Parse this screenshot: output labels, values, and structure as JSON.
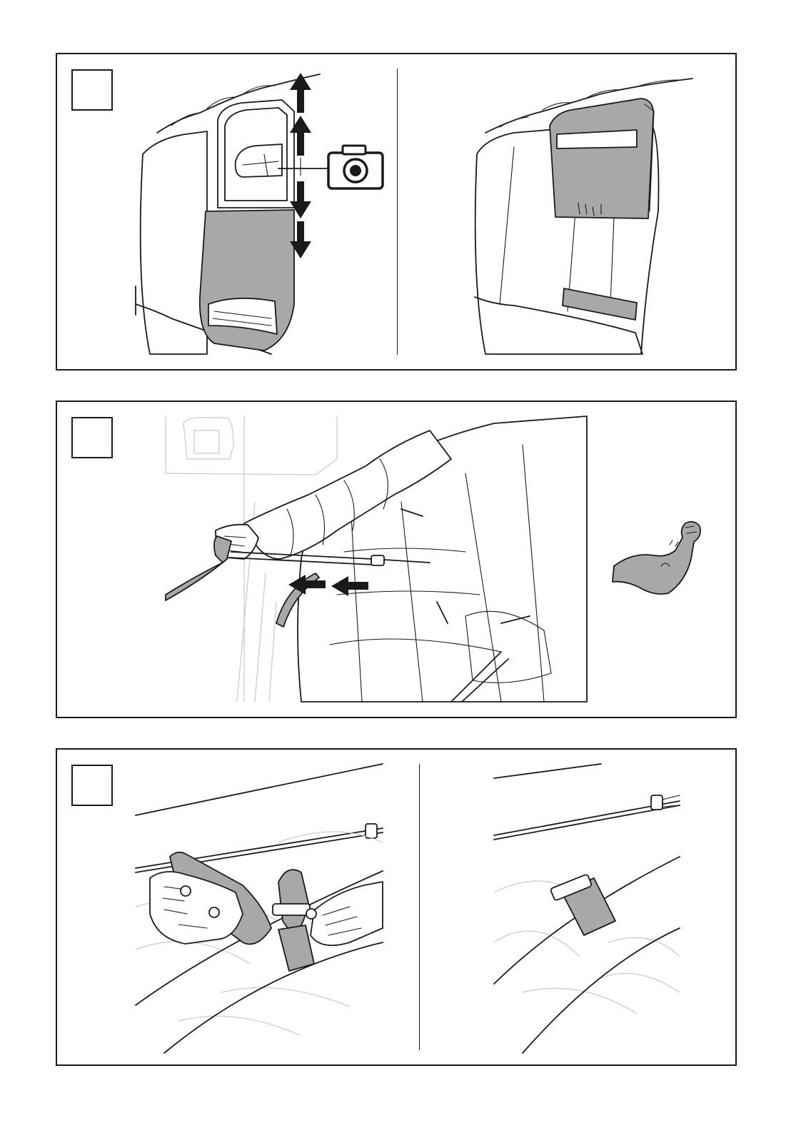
{
  "page": {
    "panels": [
      {
        "id": "panel-1",
        "step_label": "",
        "views": [
          "pocket-opened",
          "pocket-closed"
        ],
        "icons": [
          "up-arrow-icon",
          "down-arrow-icon",
          "camera-icon"
        ]
      },
      {
        "id": "panel-2",
        "step_label": "",
        "views": [
          "strap-tightening"
        ],
        "icons": [
          "left-arrow-icon",
          "strong-arm-icon"
        ]
      },
      {
        "id": "panel-3",
        "step_label": "",
        "views": [
          "strap-buckling",
          "strap-fastened"
        ],
        "icons": []
      }
    ],
    "colors": {
      "line": "#1a1a1a",
      "fill_grey": "#a8a8a8",
      "faint": "#c8c8c8",
      "background": "#ffffff"
    }
  }
}
